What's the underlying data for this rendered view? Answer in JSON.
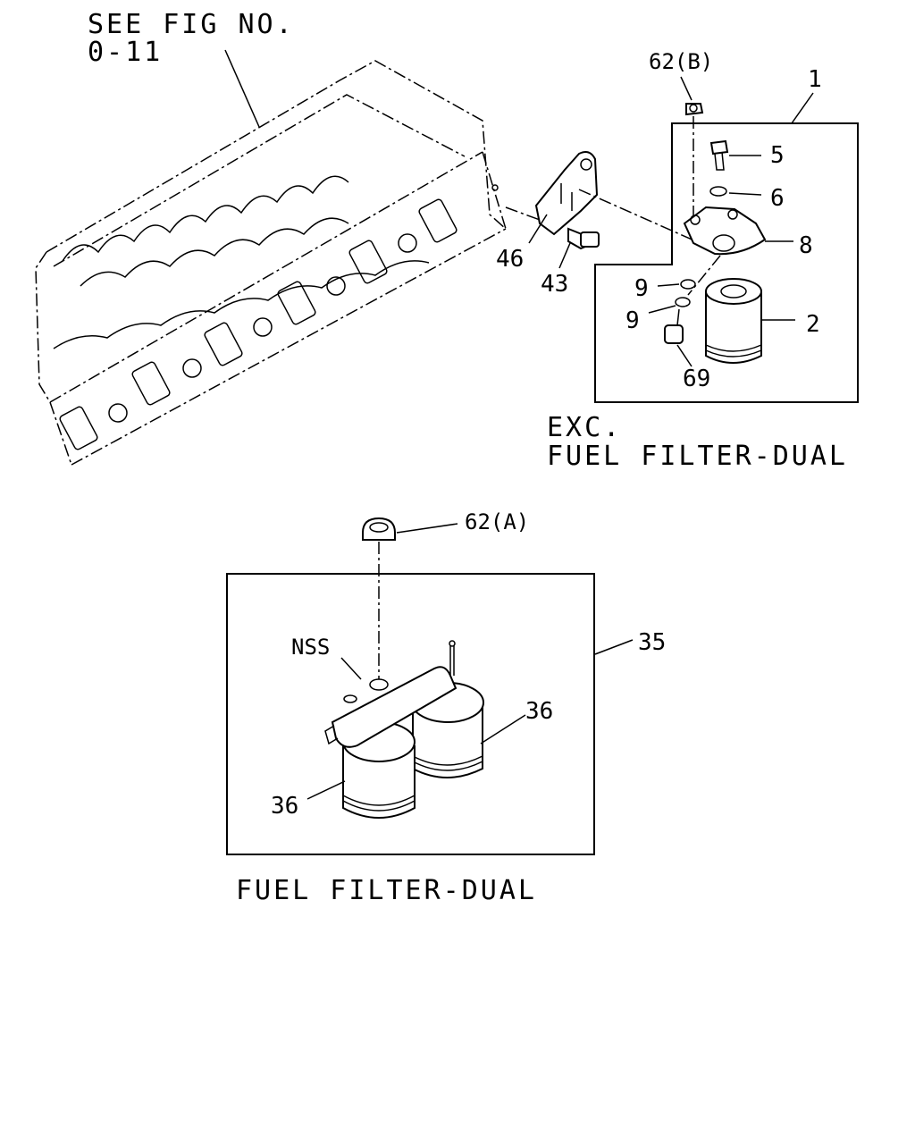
{
  "reference": {
    "line1": "SEE FIG NO.",
    "line2": "0-11"
  },
  "upper_group": {
    "caption_line1": "EXC.",
    "caption_line2": "FUEL FILTER-DUAL",
    "callouts": {
      "p62b": "62(B)",
      "p1": "1",
      "p5": "5",
      "p6": "6",
      "p8": "8",
      "p9a": "9",
      "p9b": "9",
      "p2": "2",
      "p69": "69",
      "p46": "46",
      "p43": "43"
    }
  },
  "lower_group": {
    "caption": "FUEL FILTER-DUAL",
    "callouts": {
      "p62a": "62(A)",
      "p35": "35",
      "nss": "NSS",
      "p36a": "36",
      "p36b": "36"
    }
  }
}
